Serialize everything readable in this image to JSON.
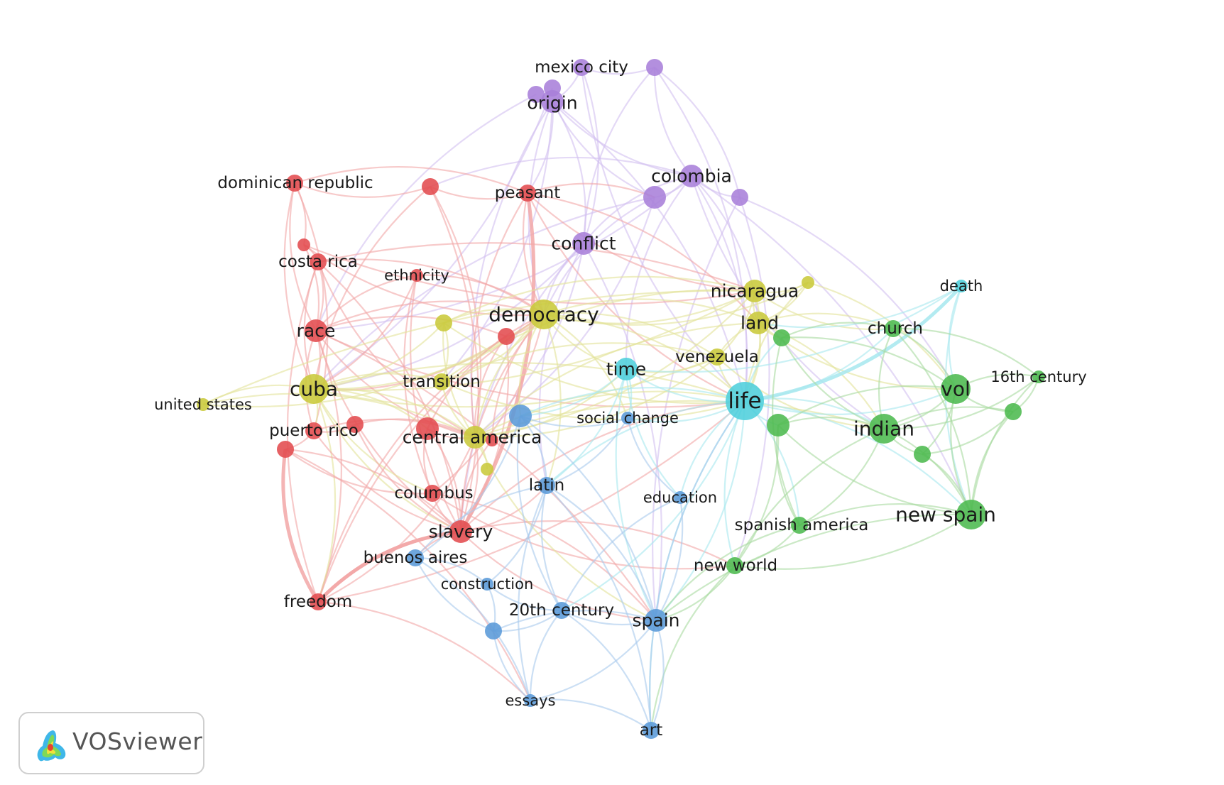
{
  "app": {
    "name": "VOSviewer"
  },
  "colors": {
    "clusters": {
      "red": "#e24b4e",
      "green": "#4cba4f",
      "blue": "#5a9ad8",
      "yellow": "#c9c93a",
      "purple": "#a97fd9",
      "cyan": "#4fcfdc"
    },
    "links": {
      "red": "#f2a7a7",
      "green": "#a9dba0",
      "blue": "#a9c9ec",
      "yellow": "#e3e39a",
      "purple": "#d2bff0",
      "cyan": "#a6e7ee"
    }
  },
  "nodes": [
    {
      "id": "mexico_city",
      "label": "mexico city",
      "cluster": "purple",
      "weight": 2
    },
    {
      "id": "p_top_right",
      "label": "",
      "cluster": "purple",
      "weight": 2
    },
    {
      "id": "origin",
      "label": "origin",
      "cluster": "purple",
      "weight": 3
    },
    {
      "id": "p_origin_a",
      "label": "",
      "cluster": "purple",
      "weight": 2
    },
    {
      "id": "p_origin_b",
      "label": "",
      "cluster": "purple",
      "weight": 2
    },
    {
      "id": "colombia",
      "label": "colombia",
      "cluster": "purple",
      "weight": 3
    },
    {
      "id": "p_col_left",
      "label": "",
      "cluster": "purple",
      "weight": 3
    },
    {
      "id": "p_col_right",
      "label": "",
      "cluster": "purple",
      "weight": 2
    },
    {
      "id": "conflict",
      "label": "conflict",
      "cluster": "purple",
      "weight": 3
    },
    {
      "id": "dominican_republic",
      "label": "dominican republic",
      "cluster": "red",
      "weight": 2
    },
    {
      "id": "r_top_mid",
      "label": "",
      "cluster": "red",
      "weight": 2
    },
    {
      "id": "peasant",
      "label": "peasant",
      "cluster": "red",
      "weight": 2
    },
    {
      "id": "r_costa_top",
      "label": "",
      "cluster": "red",
      "weight": 1
    },
    {
      "id": "costa_rica",
      "label": "costa rica",
      "cluster": "red",
      "weight": 2
    },
    {
      "id": "ethnicity",
      "label": "ethnicity",
      "cluster": "red",
      "weight": 1
    },
    {
      "id": "race",
      "label": "race",
      "cluster": "red",
      "weight": 3
    },
    {
      "id": "r_mid",
      "label": "",
      "cluster": "red",
      "weight": 2
    },
    {
      "id": "r_puerto_right",
      "label": "",
      "cluster": "red",
      "weight": 2
    },
    {
      "id": "puerto_rico",
      "label": "puerto rico",
      "cluster": "red",
      "weight": 2
    },
    {
      "id": "r_puerto_low",
      "label": "",
      "cluster": "red",
      "weight": 2
    },
    {
      "id": "r_central",
      "label": "",
      "cluster": "red",
      "weight": 3
    },
    {
      "id": "r_central_b",
      "label": "",
      "cluster": "red",
      "weight": 1
    },
    {
      "id": "columbus",
      "label": "columbus",
      "cluster": "red",
      "weight": 2
    },
    {
      "id": "slavery",
      "label": "slavery",
      "cluster": "red",
      "weight": 3
    },
    {
      "id": "freedom",
      "label": "freedom",
      "cluster": "red",
      "weight": 2
    },
    {
      "id": "democracy",
      "label": "democracy",
      "cluster": "yellow",
      "weight": 4
    },
    {
      "id": "nicaragua",
      "label": "nicaragua",
      "cluster": "yellow",
      "weight": 3
    },
    {
      "id": "y_right",
      "label": "",
      "cluster": "yellow",
      "weight": 1
    },
    {
      "id": "land",
      "label": "land",
      "cluster": "yellow",
      "weight": 3
    },
    {
      "id": "y_left",
      "label": "",
      "cluster": "yellow",
      "weight": 2
    },
    {
      "id": "venezuela",
      "label": "venezuela",
      "cluster": "yellow",
      "weight": 2
    },
    {
      "id": "transition",
      "label": "transition",
      "cluster": "yellow",
      "weight": 2
    },
    {
      "id": "cuba",
      "label": "cuba",
      "cluster": "yellow",
      "weight": 4
    },
    {
      "id": "united_states",
      "label": "united states",
      "cluster": "yellow",
      "weight": 1
    },
    {
      "id": "central_america",
      "label": "central america",
      "cluster": "yellow",
      "weight": 3
    },
    {
      "id": "y_low",
      "label": "",
      "cluster": "yellow",
      "weight": 1
    },
    {
      "id": "death",
      "label": "death",
      "cluster": "cyan",
      "weight": 1
    },
    {
      "id": "time",
      "label": "time",
      "cluster": "cyan",
      "weight": 3
    },
    {
      "id": "life",
      "label": "life",
      "cluster": "cyan",
      "weight": 5
    },
    {
      "id": "church",
      "label": "church",
      "cluster": "green",
      "weight": 2
    },
    {
      "id": "g_land",
      "label": "",
      "cluster": "green",
      "weight": 2
    },
    {
      "id": "sixteenth_century",
      "label": "16th century",
      "cluster": "green",
      "weight": 1
    },
    {
      "id": "vol",
      "label": "vol",
      "cluster": "green",
      "weight": 4
    },
    {
      "id": "g_right",
      "label": "",
      "cluster": "green",
      "weight": 2
    },
    {
      "id": "g_mid",
      "label": "",
      "cluster": "green",
      "weight": 3
    },
    {
      "id": "indian",
      "label": "indian",
      "cluster": "green",
      "weight": 4
    },
    {
      "id": "g_indian_r",
      "label": "",
      "cluster": "green",
      "weight": 2
    },
    {
      "id": "new_spain",
      "label": "new spain",
      "cluster": "green",
      "weight": 4
    },
    {
      "id": "spanish_america",
      "label": "spanish america",
      "cluster": "green",
      "weight": 2
    },
    {
      "id": "new_world",
      "label": "new world",
      "cluster": "green",
      "weight": 2
    },
    {
      "id": "b_hub",
      "label": "",
      "cluster": "blue",
      "weight": 3
    },
    {
      "id": "social_change",
      "label": "social change",
      "cluster": "blue",
      "weight": 1
    },
    {
      "id": "latin",
      "label": "latin",
      "cluster": "blue",
      "weight": 2
    },
    {
      "id": "education",
      "label": "education",
      "cluster": "blue",
      "weight": 1
    },
    {
      "id": "buenos_aires",
      "label": "buenos aires",
      "cluster": "blue",
      "weight": 2
    },
    {
      "id": "construction",
      "label": "construction",
      "cluster": "blue",
      "weight": 1
    },
    {
      "id": "twentieth_century",
      "label": "20th century",
      "cluster": "blue",
      "weight": 2
    },
    {
      "id": "spain",
      "label": "spain",
      "cluster": "blue",
      "weight": 3
    },
    {
      "id": "b_low",
      "label": "",
      "cluster": "blue",
      "weight": 2
    },
    {
      "id": "essays",
      "label": "essays",
      "cluster": "blue",
      "weight": 1
    },
    {
      "id": "art",
      "label": "art",
      "cluster": "blue",
      "weight": 2
    }
  ]
}
